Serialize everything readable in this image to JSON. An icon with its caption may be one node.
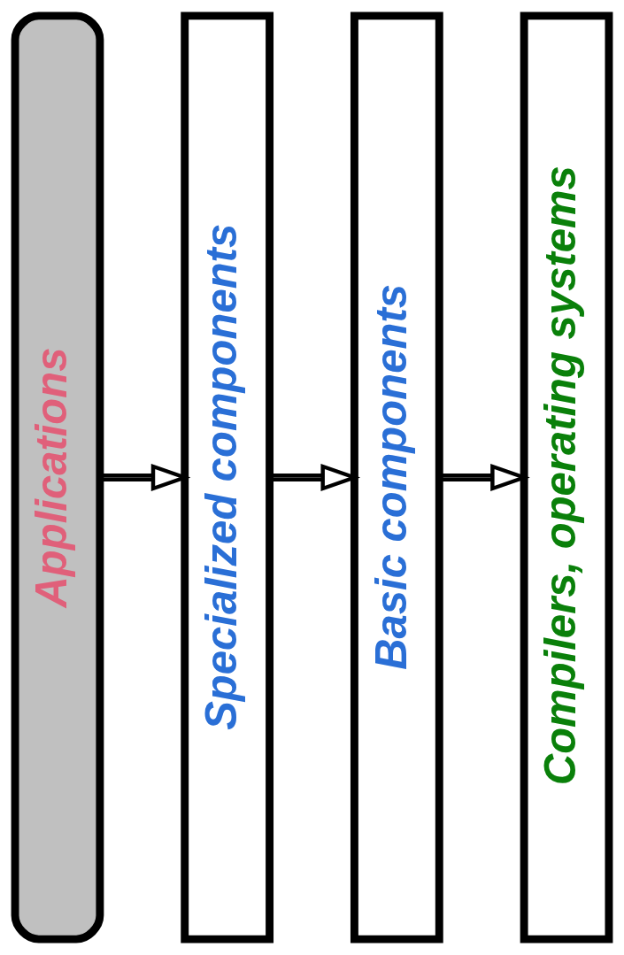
{
  "diagram": {
    "nodes": [
      {
        "text": [
          "Applications"
        ]
      },
      {
        "text": [
          "Specialized components"
        ]
      },
      {
        "text": [
          "Basic components"
        ]
      },
      {
        "text": [
          "Compilers, operating systems"
        ]
      }
    ],
    "edges": [
      {
        "from": 0,
        "to": 1,
        "arrow": "to"
      },
      {
        "from": 1,
        "to": 2,
        "arrow": "to"
      },
      {
        "from": 2,
        "to": 3,
        "arrow": "to"
      }
    ]
  }
}
